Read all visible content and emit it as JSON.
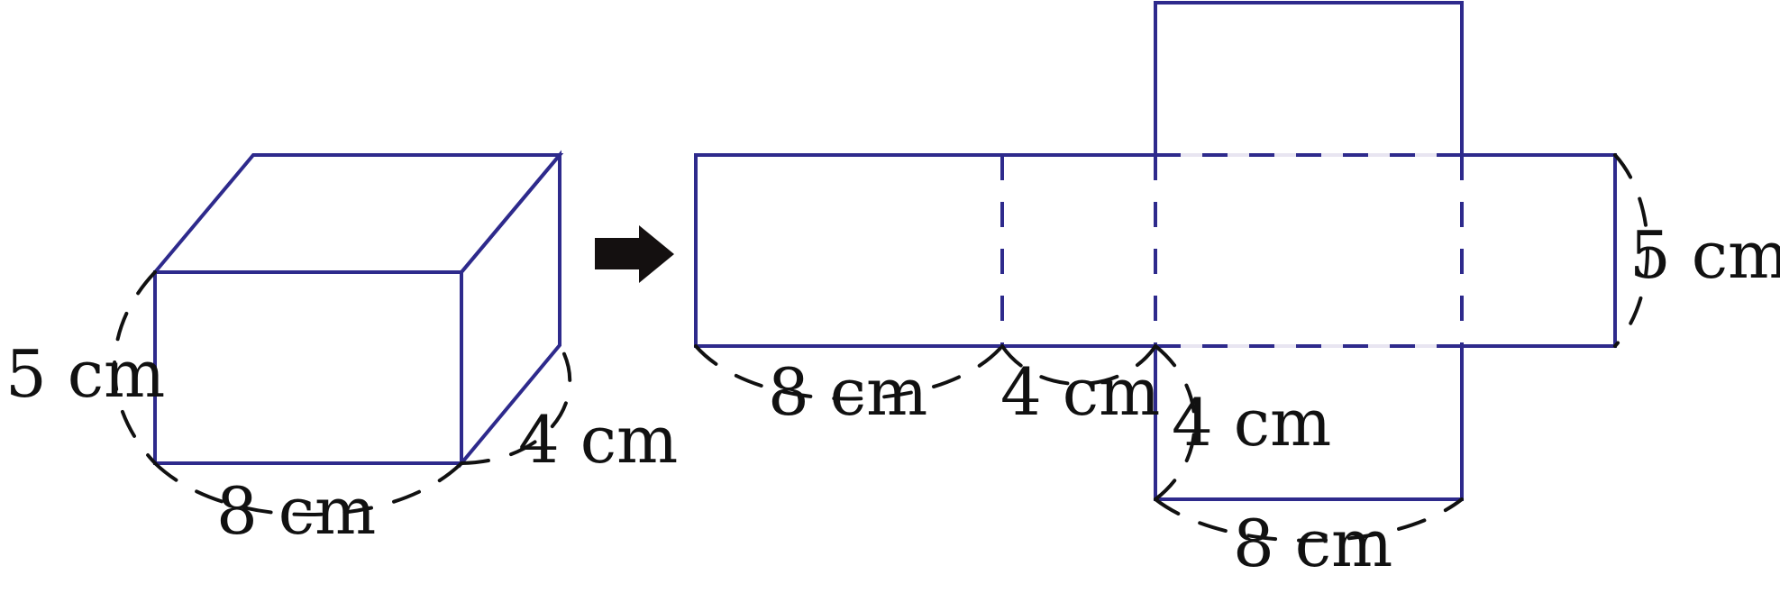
{
  "colors": {
    "edge": "#2e2a8c",
    "face_light": "#e8e5f1",
    "face_front": "#d4cce5",
    "face_side": "#b8add4",
    "arrow": "#141010",
    "dimension": "#111111"
  },
  "cuboid": {
    "height_label": "5 cm",
    "length_label": "8 cm",
    "depth_label": "4 cm"
  },
  "arrow_icon": "right-arrow",
  "net": {
    "bottom_left_label": "8 cm",
    "bottom_mid_label": "4 cm",
    "lower_face_side_label": "4 cm",
    "lower_face_bottom_label": "8 cm",
    "right_height_label": "5 cm"
  }
}
